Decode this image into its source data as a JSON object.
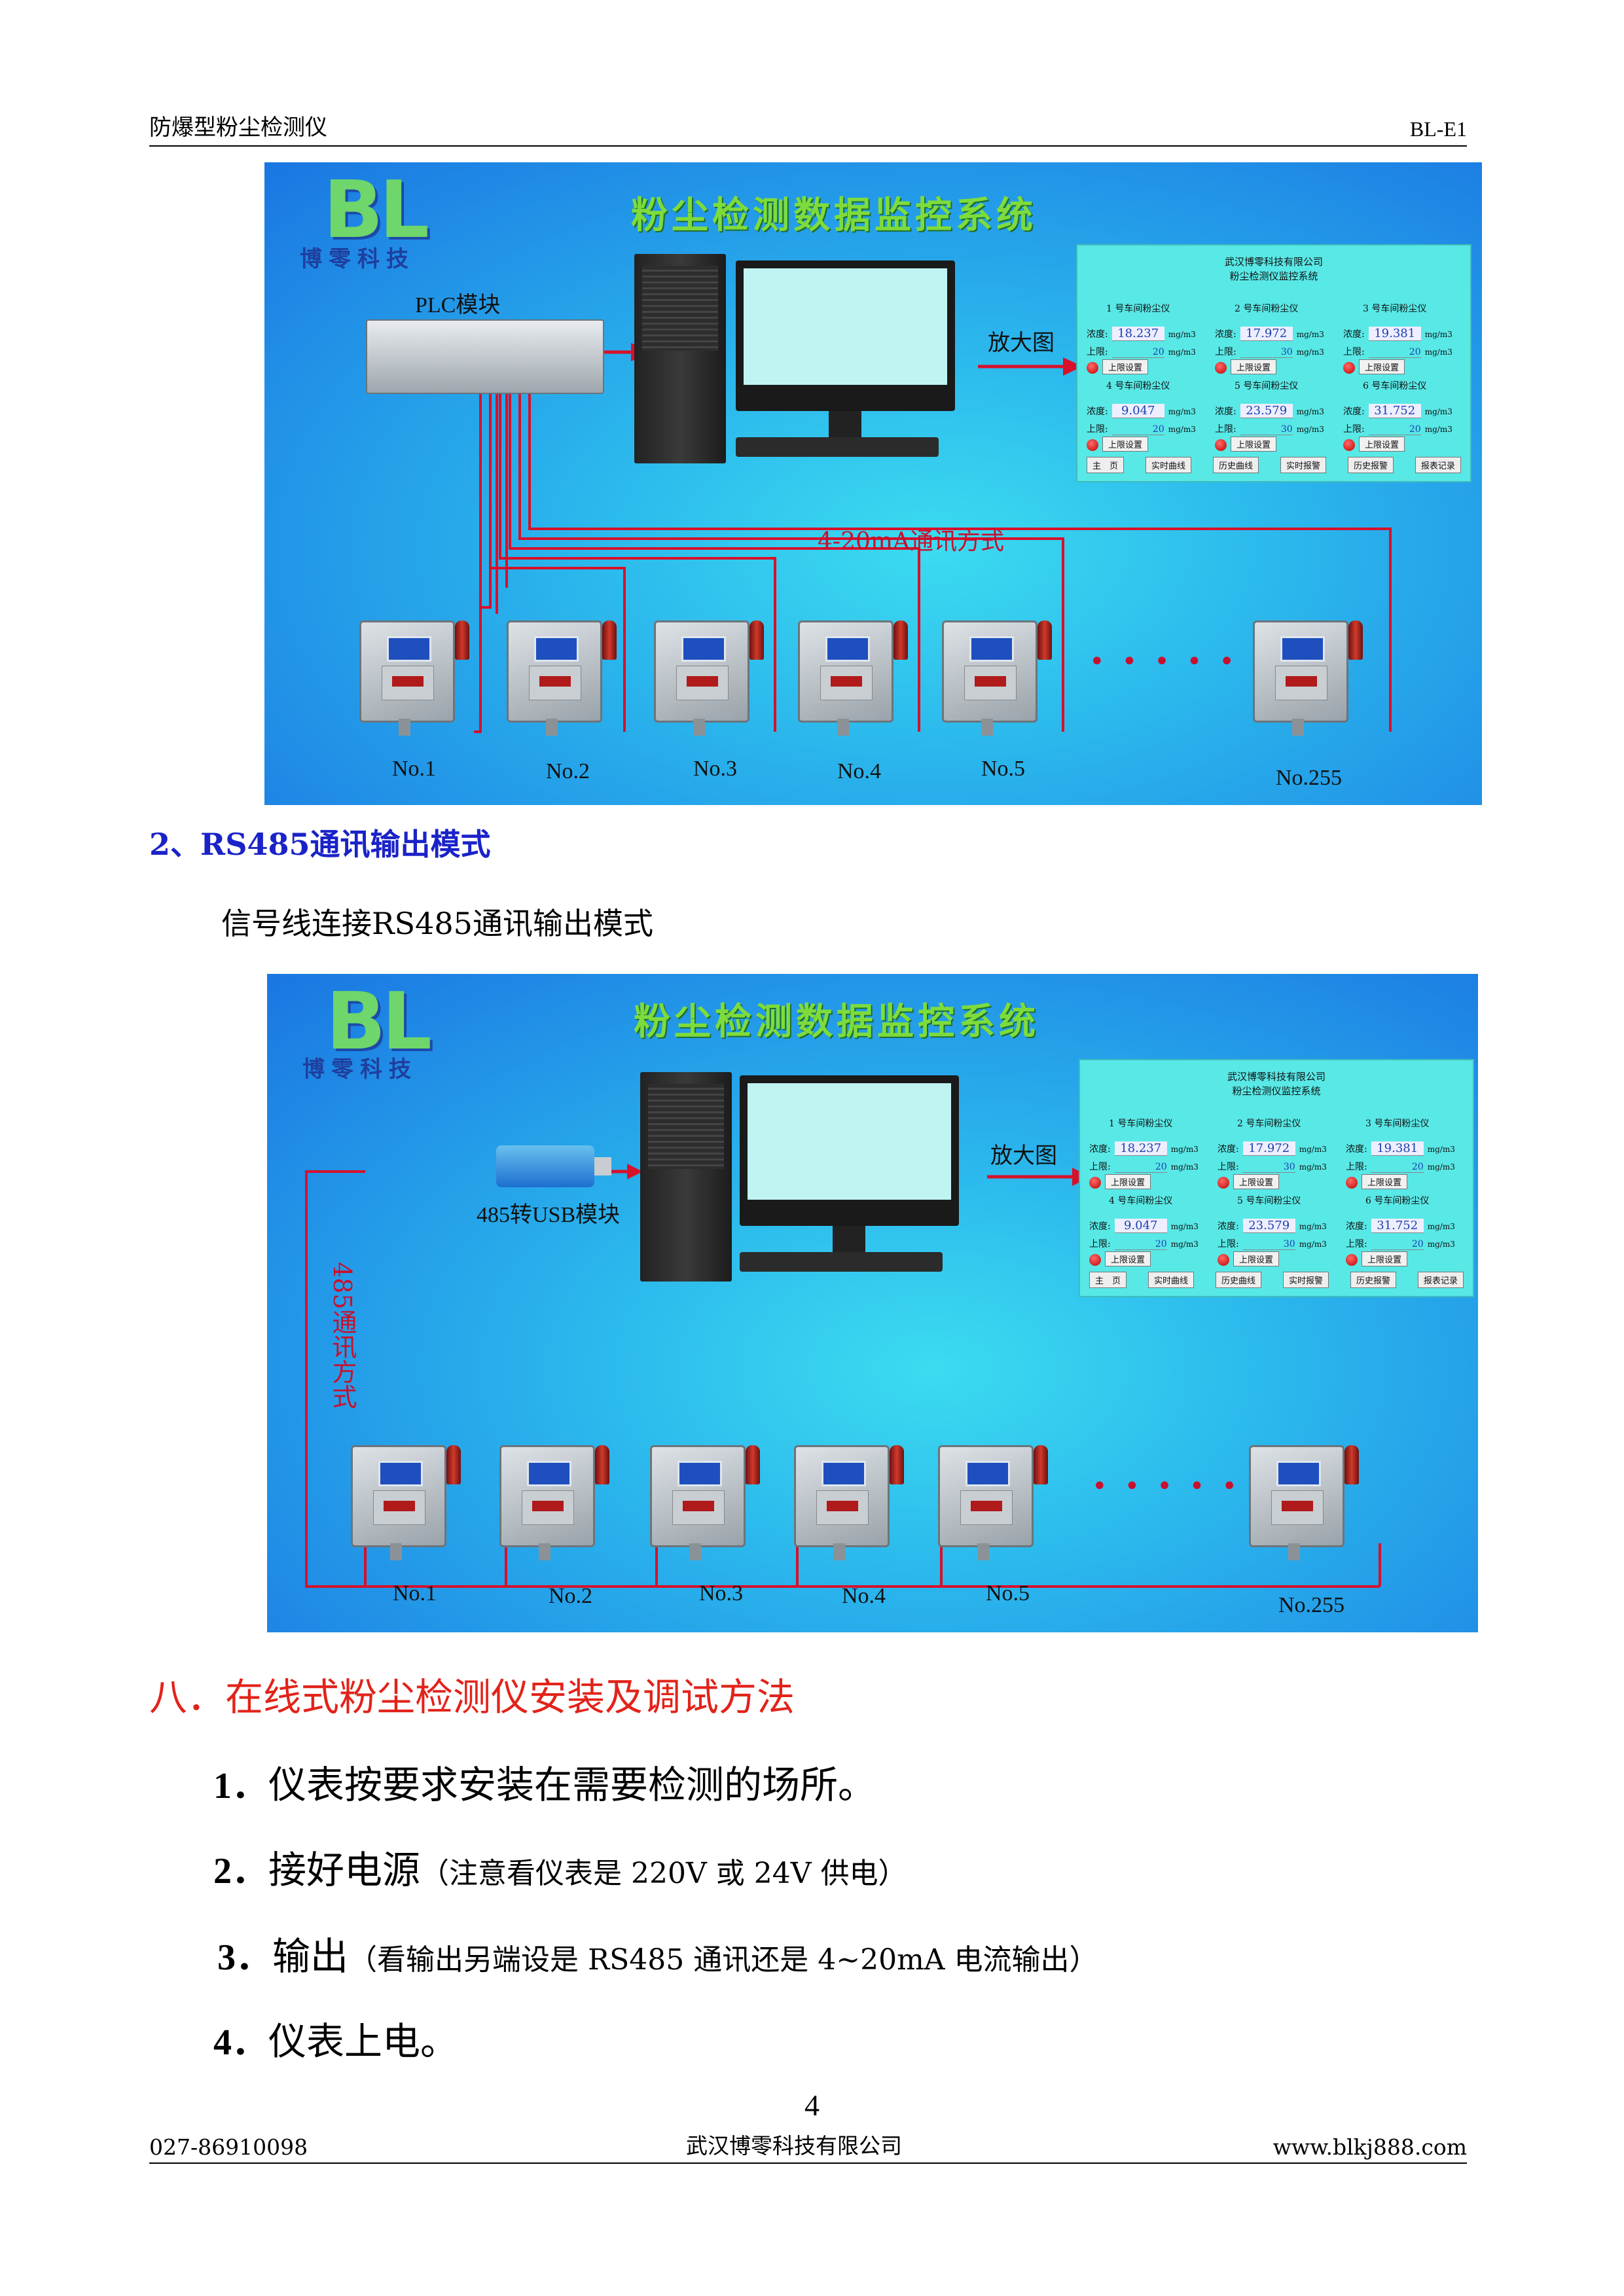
{
  "header": {
    "left": "防爆型粉尘检测仪",
    "right": "BL-E1"
  },
  "diagram1": {
    "logo_letters": "BL",
    "logo_text": "博零科技",
    "title": "粉尘检测数据监控系统",
    "module_label": "PLC模块",
    "zoom_label": "放大图",
    "comm_label": "4-20mA通讯方式",
    "devices": [
      "No.1",
      "No.2",
      "No.3",
      "No.4",
      "No.5",
      "No.255"
    ]
  },
  "diagram2": {
    "logo_letters": "BL",
    "logo_text": "博零科技",
    "title": "粉尘检测数据监控系统",
    "module_label": "485转USB模块",
    "zoom_label": "放大图",
    "comm_label": "485通讯方式",
    "devices": [
      "No.1",
      "No.2",
      "No.3",
      "No.4",
      "No.5",
      "No.255"
    ]
  },
  "monitor_screen": {
    "company": "武汉博零科技有限公司",
    "system": "粉尘检测仪监控系统",
    "conc_label": "浓度:",
    "limit_label": "上限:",
    "unit": "mg/m3",
    "set_button": "上限设置",
    "instruments": [
      {
        "name": "1 号车间粉尘仪",
        "value": "18.237",
        "limit": "20"
      },
      {
        "name": "2 号车间粉尘仪",
        "value": "17.972",
        "limit": "30"
      },
      {
        "name": "3 号车间粉尘仪",
        "value": "19.381",
        "limit": "20"
      },
      {
        "name": "4 号车间粉尘仪",
        "value": "9.047",
        "limit": "20"
      },
      {
        "name": "5 号车间粉尘仪",
        "value": "23.579",
        "limit": "30"
      },
      {
        "name": "6 号车间粉尘仪",
        "value": "31.752",
        "limit": "20"
      }
    ],
    "nav": [
      "主　页",
      "实时曲线",
      "历史曲线",
      "实时报警",
      "历史报警",
      "报表记录"
    ]
  },
  "section2": {
    "heading": "2、RS485通讯输出模式",
    "text": "信号线连接RS485通讯输出模式"
  },
  "section8": {
    "heading": "八．在线式粉尘检测仪安装及调试方法",
    "steps": [
      {
        "num": "1．",
        "text": "仪表按要求安装在需要检测的场所。",
        "note": ""
      },
      {
        "num": "2．",
        "text": "接好电源",
        "note": "（注意看仪表是 220V 或 24V 供电）"
      },
      {
        "num": "3．",
        "text": "输出",
        "note": "（看输出另端设是 RS485 通讯还是 4~20mA 电流输出）"
      },
      {
        "num": "4．",
        "text": "仪表上电。",
        "note": ""
      }
    ]
  },
  "page_number": "4",
  "footer": {
    "phone": "027-86910098",
    "company": "武汉博零科技有限公司",
    "website": "www.blkj888.com"
  },
  "colors": {
    "wire": "#d8102a",
    "section_blue": "#1a23c8",
    "heading_red": "#e2231a",
    "screen_cyan": "#58e8e6"
  }
}
